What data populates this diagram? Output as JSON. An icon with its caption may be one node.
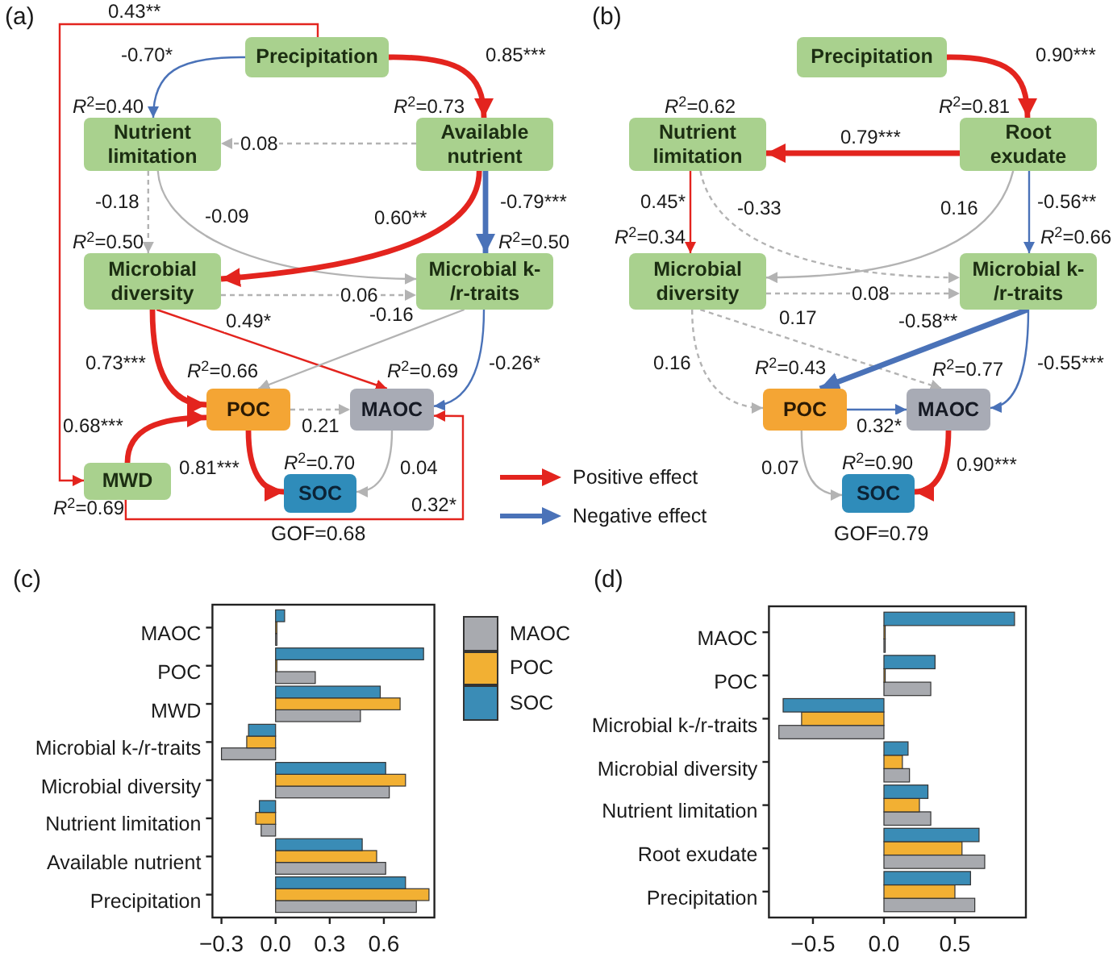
{
  "diagram": {
    "nodes": [
      {
        "text": [
          "Precipitation"
        ]
      },
      {
        "text": [
          "Nutrient limitation"
        ],
        "beside": [
          "*R*$^{2}$=0.40"
        ]
      },
      {
        "text": [
          "Available nutrient"
        ],
        "beside": [
          "*R*$^{2}$=0.73"
        ]
      },
      {
        "text": [
          "Microbial diversity"
        ],
        "beside": [
          "*R*$^{2}$=0.50"
        ]
      },
      {
        "text": [
          "Microbial k- /r-traits"
        ],
        "beside": [
          "*R*$^{2}$=0.50"
        ]
      },
      {
        "text": [
          "POC"
        ],
        "beside": [
          "*R*$^{2}$=0.66"
        ]
      },
      {
        "text": [
          "MAOC"
        ],
        "beside": [
          "*R*$^{2}$=0.69"
        ]
      },
      {
        "text": [
          "MWD"
        ],
        "beside": [
          "*R*$^{2}$=0.69"
        ]
      },
      {
        "text": [
          "SOC"
        ],
        "beside": [
          "*R*$^{2}$=0.70"
        ]
      },
      {
        "text": [
          "Precipitation"
        ]
      },
      {
        "text": [
          "Nutrient limitation"
        ],
        "beside": [
          "*R*$^{2}$=0.62"
        ]
      },
      {
        "text": [
          "Root exudate"
        ],
        "beside": [
          "*R*$^{2}$=0.81"
        ]
      },
      {
        "text": [
          "Microbial diversity"
        ],
        "beside": [
          "*R*$^{2}$=0.34"
        ]
      },
      {
        "text": [
          "Microbial k- /r-traits"
        ],
        "beside": [
          "*R*$^{2}$=0.66"
        ]
      },
      {
        "text": [
          "POC"
        ],
        "beside": [
          "*R*$^{2}$=0.43"
        ]
      },
      {
        "text": [
          "MAOC"
        ],
        "beside": [
          "*R*$^{2}$=0.77"
        ]
      },
      {
        "text": [
          "SOC"
        ],
        "beside": [
          "*R*$^{2}$=0.90"
        ]
      }
    ],
    "edges": [
      {
        "from": 0,
        "to": 7,
        "arrow": "to",
        "label": "0.43**",
        "color": "#e3241e"
      },
      {
        "from": 0,
        "to": 1,
        "arrow": "to",
        "label": "-0.70*",
        "color": "#4a72b8"
      },
      {
        "from": 0,
        "to": 2,
        "arrow": "to",
        "label": "0.85***",
        "color": "#e3241e",
        "style": "thick"
      },
      {
        "from": 2,
        "to": 1,
        "arrow": "to",
        "label": "0.08",
        "style": "dashed"
      },
      {
        "from": 1,
        "to": 3,
        "arrow": "to",
        "label": "-0.18",
        "style": "dashed"
      },
      {
        "from": 1,
        "to": 4,
        "arrow": "to",
        "label": "-0.09"
      },
      {
        "from": 2,
        "to": 3,
        "arrow": "to",
        "label": "0.60**",
        "color": "#e3241e",
        "style": "thick"
      },
      {
        "from": 2,
        "to": 4,
        "arrow": "to",
        "label": "-0.79***",
        "color": "#4a72b8",
        "style": "thick"
      },
      {
        "from": 3,
        "to": 4,
        "arrow": "to",
        "label": "0.06",
        "style": "dashed"
      },
      {
        "from": 3,
        "to": 6,
        "arrow": "to",
        "label": "0.49*",
        "color": "#e3241e"
      },
      {
        "from": 4,
        "to": 5,
        "arrow": "to",
        "label": "-0.16"
      },
      {
        "from": 4,
        "to": 6,
        "arrow": "to",
        "label": "-0.26*",
        "color": "#4a72b8"
      },
      {
        "from": 3,
        "to": 5,
        "arrow": "to",
        "label": "0.73***",
        "color": "#e3241e",
        "style": "thick"
      },
      {
        "from": 5,
        "to": 6,
        "arrow": "to",
        "label": "0.21",
        "style": "dashed"
      },
      {
        "from": 7,
        "to": 5,
        "arrow": "to",
        "label": "0.68***",
        "color": "#e3241e",
        "style": "thick"
      },
      {
        "from": 5,
        "to": 8,
        "arrow": "to",
        "label": "0.81***",
        "color": "#e3241e",
        "style": "thick"
      },
      {
        "from": 6,
        "to": 8,
        "arrow": "to",
        "label": "0.04"
      },
      {
        "from": 7,
        "to": 6,
        "arrow": "to",
        "label": "0.32*",
        "color": "#e3241e"
      },
      {
        "from": 9,
        "to": 11,
        "arrow": "to",
        "label": "0.90***",
        "color": "#e3241e",
        "style": "thick"
      },
      {
        "from": 11,
        "to": 10,
        "arrow": "to",
        "label": "0.79***",
        "color": "#e3241e",
        "style": "thick"
      },
      {
        "from": 10,
        "to": 12,
        "arrow": "to",
        "label": "0.45*",
        "color": "#e3241e"
      },
      {
        "from": 10,
        "to": 13,
        "arrow": "to",
        "label": "-0.33",
        "style": "dashed"
      },
      {
        "from": 11,
        "to": 12,
        "arrow": "to",
        "label": "0.16"
      },
      {
        "from": 11,
        "to": 13,
        "arrow": "to",
        "label": "-0.56**",
        "color": "#4a72b8"
      },
      {
        "from": 12,
        "to": 13,
        "arrow": "to",
        "label": "0.08",
        "style": "dashed"
      },
      {
        "from": 12,
        "to": 15,
        "arrow": "to",
        "label": "0.17",
        "style": "dashed"
      },
      {
        "from": 12,
        "to": 14,
        "arrow": "to",
        "label": "0.16",
        "style": "dashed"
      },
      {
        "from": 13,
        "to": 14,
        "arrow": "to",
        "label": "-0.58**",
        "color": "#4a72b8",
        "style": "thick"
      },
      {
        "from": 13,
        "to": 15,
        "arrow": "to",
        "label": "-0.55***",
        "color": "#4a72b8"
      },
      {
        "from": 14,
        "to": 15,
        "arrow": "to",
        "label": "0.32*",
        "color": "#4a72b8"
      },
      {
        "from": 14,
        "to": 16,
        "arrow": "to",
        "label": "0.07"
      },
      {
        "from": 15,
        "to": 16,
        "arrow": "to",
        "label": "0.90***",
        "color": "#e3241e",
        "style": "thick"
      }
    ],
    "labels": [
      "(a)",
      "(b)",
      "GOF=0.68",
      "GOF=0.79",
      "(c)",
      "(d)"
    ],
    "legend": [
      {
        "text": "Positive effect"
      },
      {
        "text": "Negative effect"
      }
    ],
    "chart_data": [
      {
        "type": "bar",
        "orientation": "horizontal",
        "categories": [
          "MAOC",
          "POC",
          "MWD",
          "Microbial k-/r-traits",
          "Microbial diversity",
          "Nutrient limitation",
          "Available nutrient",
          "Precipitation"
        ],
        "series": [
          {
            "name": "MAOC",
            "color": "#a8aaaf",
            "values": [
              0,
              0.22,
              0.47,
              -0.3,
              0.63,
              -0.08,
              0.61,
              0.78
            ]
          },
          {
            "name": "POC",
            "color": "#f2b033",
            "values": [
              0,
              0,
              0.69,
              -0.16,
              0.72,
              -0.11,
              0.56,
              0.85
            ]
          },
          {
            "name": "SOC",
            "color": "#3a8cb6",
            "values": [
              0.05,
              0.82,
              0.58,
              -0.15,
              0.61,
              -0.09,
              0.48,
              0.72
            ]
          }
        ],
        "legend": "right",
        "xlim": [
          -0.35,
          0.88
        ],
        "xticks": [
          {
            "value": -0.3,
            "label": "−0.3"
          },
          {
            "value": 0,
            "label": "0.0"
          },
          {
            "value": 0.3,
            "label": "0.3"
          },
          {
            "value": 0.6,
            "label": "0.6"
          }
        ]
      },
      {
        "type": "bar",
        "orientation": "horizontal",
        "categories": [
          "MAOC",
          "POC",
          "Microbial k-/r-traits",
          "Microbial diversity",
          "Nutrient limitation",
          "Root exudate",
          "Precipitation"
        ],
        "series": [
          {
            "color": "#a8aaaf",
            "values": [
              0,
              0.33,
              -0.74,
              0.18,
              0.33,
              0.71,
              0.64
            ]
          },
          {
            "color": "#f2b033",
            "values": [
              0,
              0,
              -0.58,
              0.13,
              0.25,
              0.55,
              0.5
            ]
          },
          {
            "color": "#3a8cb6",
            "values": [
              0.92,
              0.36,
              -0.71,
              0.17,
              0.31,
              0.67,
              0.61
            ]
          }
        ],
        "xlim": [
          -0.81,
          1.0
        ],
        "xticks": [
          {
            "value": -0.5,
            "label": "−0.5"
          },
          {
            "value": 0,
            "label": "0.0"
          },
          {
            "value": 0.5,
            "label": "0.5"
          }
        ]
      }
    ]
  }
}
